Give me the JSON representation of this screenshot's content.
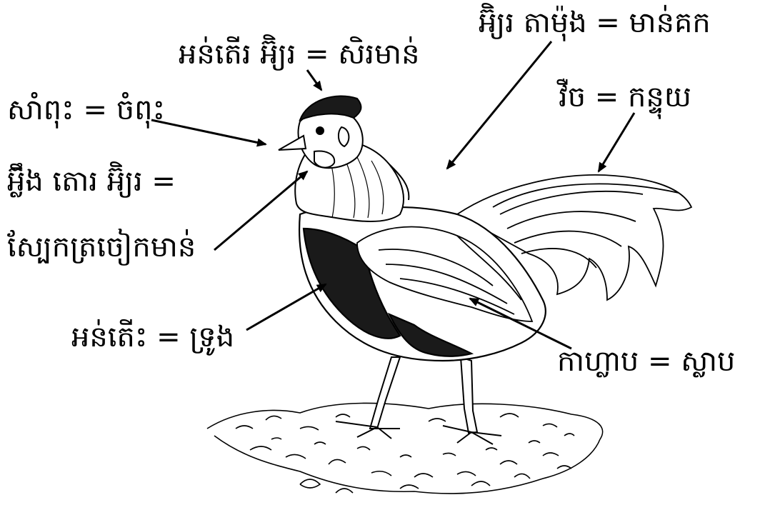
{
  "labels": {
    "comb": "អន់តើរ អ៊ិ្យរ = សិរមាន់",
    "beak": "សាំពុះ = ចំពុះ",
    "wattle_line1": "អ៊្លឹង តោរ អ៊ិ្យរ =",
    "wattle_line2": "ស្បែកត្រចៀកមាន់",
    "hackle": "អ៊ិ្យរ តាម៉ុង = មាន់គក",
    "tail": "វឺច = កន្ទុយ",
    "breast": "អន់តើះ = ទ្រូង",
    "wing": "កាហ្លាប = ស្លាប"
  },
  "colors": {
    "ink": "#000000",
    "background": "#ffffff",
    "plumage_dark": "#1a1a1a"
  }
}
